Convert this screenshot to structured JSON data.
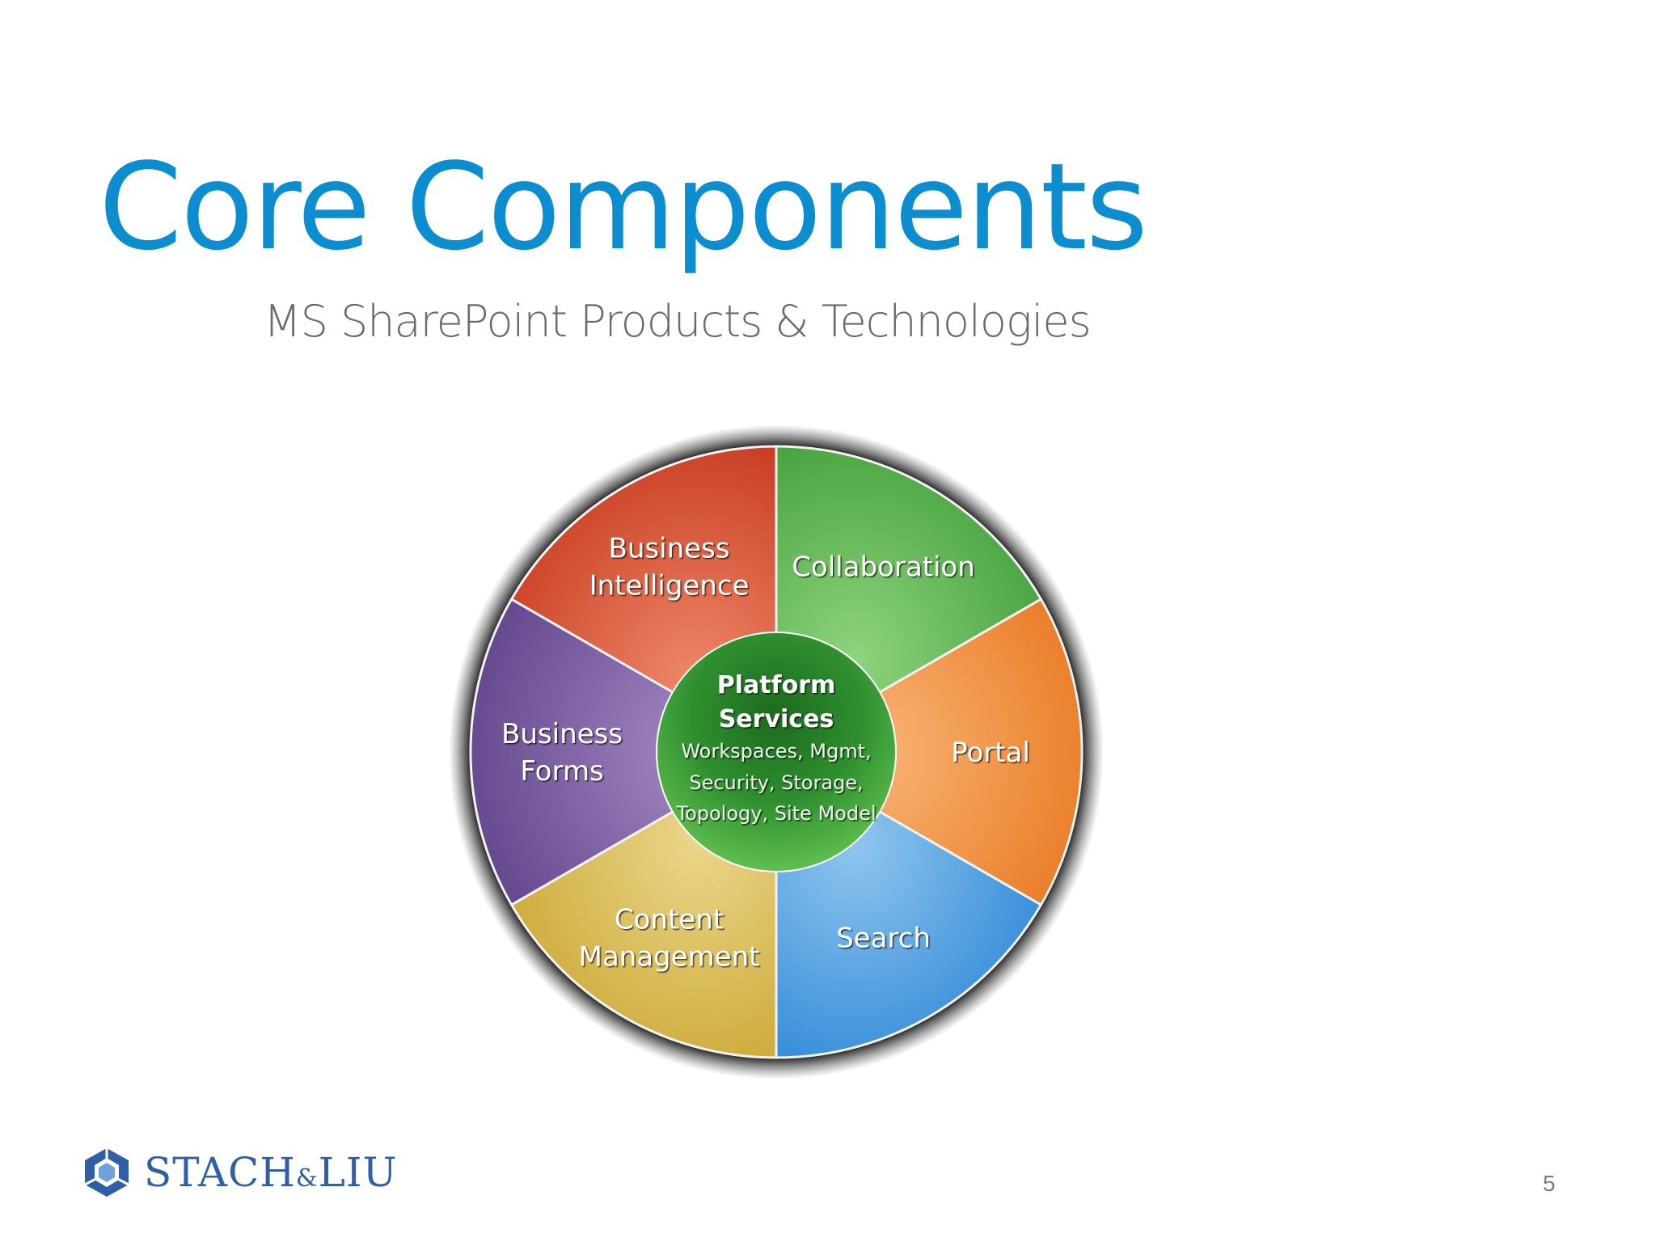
{
  "slide": {
    "title": "Core Components",
    "subtitle": "MS SharePoint Products & Technologies",
    "page_number": "5"
  },
  "diagram": {
    "center": {
      "title_line1": "Platform",
      "title_line2": "Services",
      "detail_line1": "Workspaces, Mgmt,",
      "detail_line2": "Security, Storage,",
      "detail_line3": "Topology, Site Model",
      "color": "#2e8b2e"
    },
    "segments": [
      {
        "line1": "Collaboration",
        "line2": "",
        "color": "#3fa53a"
      },
      {
        "line1": "Portal",
        "line2": "",
        "color": "#ee7d22"
      },
      {
        "line1": "Search",
        "line2": "",
        "color": "#2f8fdc"
      },
      {
        "line1": "Content",
        "line2": "Management",
        "color": "#d4b035"
      },
      {
        "line1": "Business",
        "line2": "Forms",
        "color": "#6e4f9a"
      },
      {
        "line1": "Business",
        "line2": "Intelligence",
        "color": "#d2442a"
      }
    ]
  },
  "logo": {
    "text_left": "STACH",
    "text_amp": "&",
    "text_right": "LIU",
    "icon": "stach-liu-logo-icon",
    "color": "#2f5fa6"
  }
}
